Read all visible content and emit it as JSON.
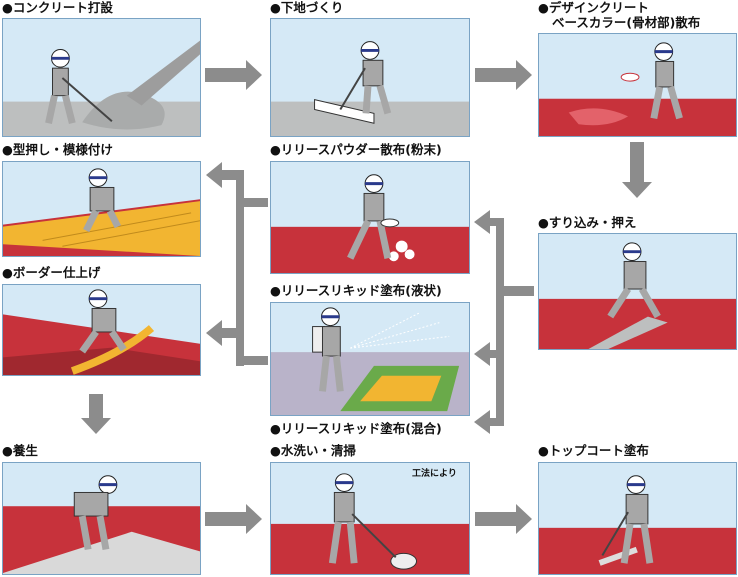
{
  "steps": {
    "s1": "●コンクリート打設",
    "s2": "●下地づくり",
    "s3a": "●デザインクリート",
    "s3b": "ベースカラー(骨材部)散布",
    "s4": "●すり込み・押え",
    "s5": "●リリースパウダー散布(粉末)",
    "s6": "●リリースリキッド塗布(液状)",
    "s7": "●リリースリキッド塗布(混合)",
    "s8": "●型押し・模様付け",
    "s9": "●ボーダー仕上げ",
    "s10": "●養生",
    "s11": "●水洗い・清掃",
    "s12": "●トップコート塗布"
  },
  "note": "工法により",
  "colors": {
    "sky": "#d5e9f6",
    "concrete": "#bdbfbf",
    "red_floor": "#c7323b",
    "yellow_mat": "#f2b531",
    "lavender_floor": "#b9b3c9",
    "arrow_gray": "#8c8c8c",
    "worker": "#a7a7a7"
  }
}
